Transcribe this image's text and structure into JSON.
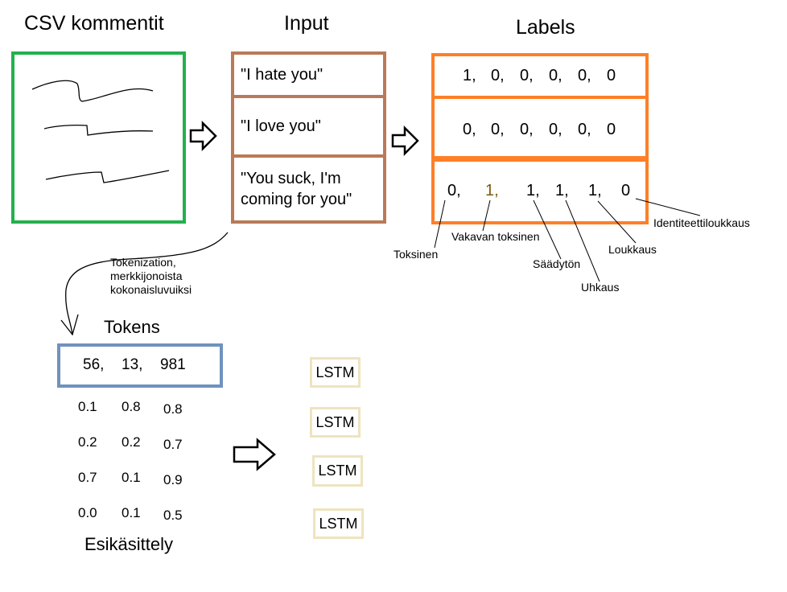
{
  "titles": {
    "csv": "CSV kommentit",
    "input": "Input",
    "labels": "Labels",
    "tokens": "Tokens",
    "preprocessing": "Esikäsittely"
  },
  "inputs": [
    "\"I hate you\"",
    "\"I love you\"",
    "\"You suck, I'm coming for you\""
  ],
  "labels": {
    "row1": [
      "1,",
      "0,",
      "0,",
      "0,",
      "0,",
      "0"
    ],
    "row2": [
      "0,",
      "0,",
      "0,",
      "0,",
      "0,",
      "0"
    ],
    "row3": [
      "0,",
      "1,",
      "1,",
      "1,",
      "1,",
      "0"
    ]
  },
  "label_names": [
    "Toksinen",
    "Vakavan toksinen",
    "Säädytön",
    "Uhkaus",
    "Loukkaus",
    "Identiteettiloukkaus"
  ],
  "tokenization_note": [
    "Tokenization,",
    "merkkijonoista",
    "kokonaisluvuiksi"
  ],
  "tokens": [
    "56,",
    "13,",
    "981"
  ],
  "embeddings": [
    [
      "0.1",
      "0.8",
      "0.8"
    ],
    [
      "0.2",
      "0.2",
      "0.7"
    ],
    [
      "0.7",
      "0.1",
      "0.9"
    ],
    [
      "0.0",
      "0.1",
      "0.5"
    ]
  ],
  "lstm": [
    "LSTM",
    "LSTM",
    "LSTM",
    "LSTM"
  ],
  "colors": {
    "csv_border": "#22b14c",
    "input_border": "#b97a57",
    "labels_border": "#ff7f27",
    "tokens_border": "#7092be",
    "lstm_border": "#ede4bf"
  }
}
